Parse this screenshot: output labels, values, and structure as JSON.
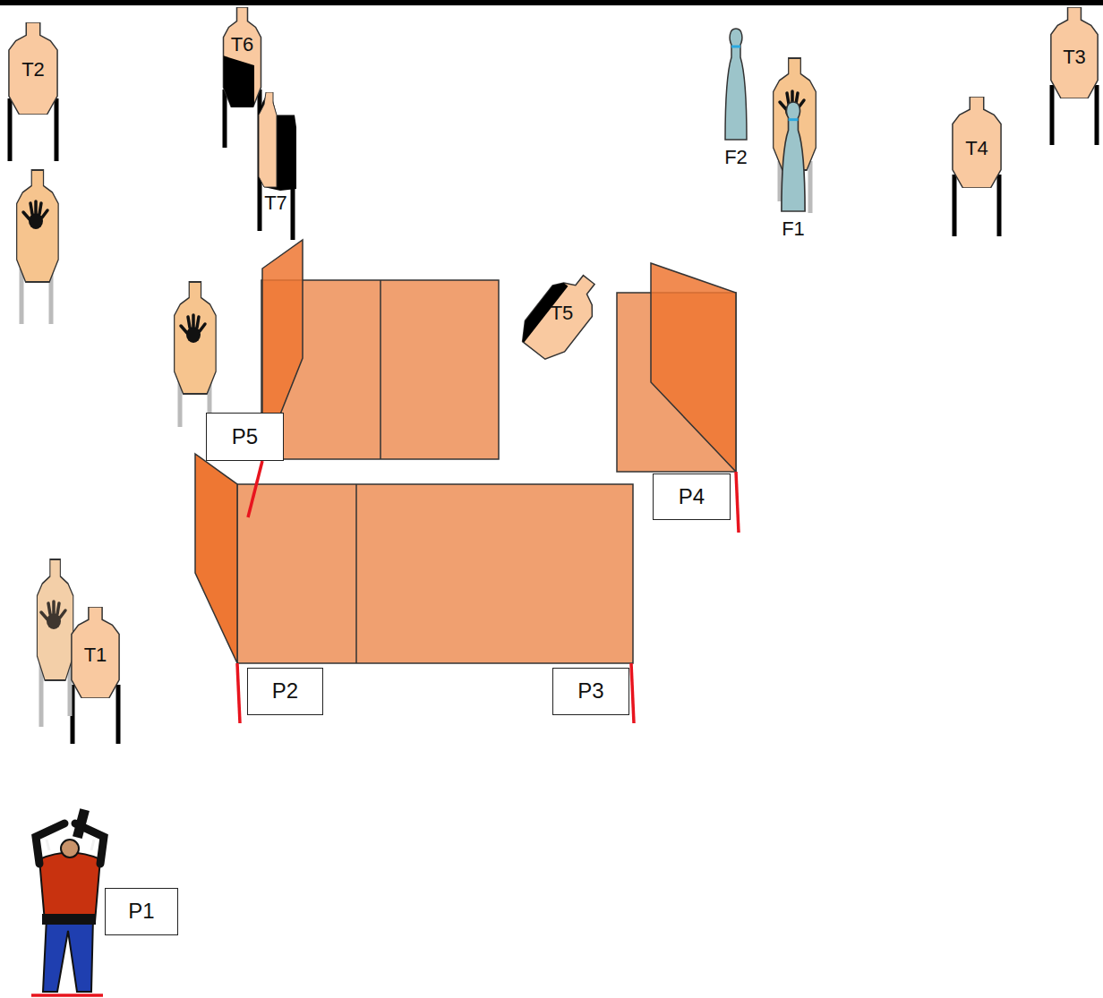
{
  "diagram": {
    "nodes": [
      {
        "text": [
          "T2"
        ]
      },
      {
        "text": [
          "T6"
        ]
      },
      {
        "text": [
          "F2"
        ]
      },
      {
        "text": [
          "T3"
        ]
      },
      {
        "text": [
          "T4"
        ]
      },
      {
        "text": [
          "T7"
        ]
      },
      {
        "text": [
          "F1"
        ]
      },
      {
        "text": [
          "T5"
        ]
      },
      {
        "text": [
          "P5"
        ]
      },
      {
        "text": [
          "P4"
        ]
      },
      {
        "text": [
          "T1"
        ]
      },
      {
        "text": [
          "P2"
        ]
      },
      {
        "text": [
          "P3"
        ]
      },
      {
        "text": [
          "P1"
        ]
      }
    ]
  }
}
